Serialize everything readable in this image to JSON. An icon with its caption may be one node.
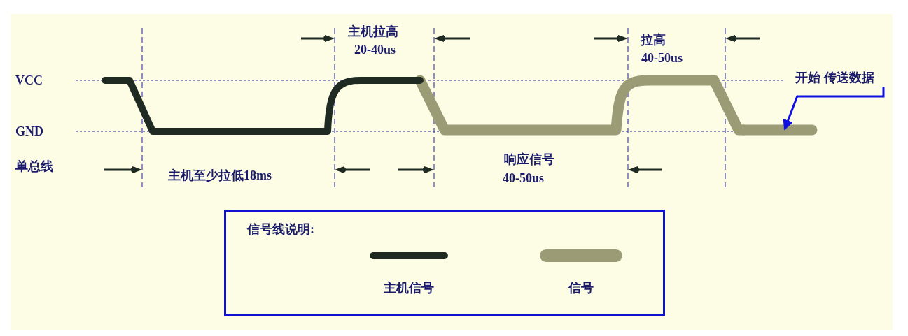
{
  "diagram": {
    "nodes": [
      {
        "text": [
          "信号线说明:"
        ]
      },
      {
        "text": [
          "开始 传送数据"
        ]
      },
      {
        "text": [],
        "shape": "line"
      }
    ],
    "edges": [
      {
        "from": 1,
        "to": 2,
        "arrow": "to"
      }
    ],
    "labels": [
      "VCC",
      "GND",
      "单总线",
      "主机拉高",
      "20-40us",
      "拉高",
      "40-50us",
      "主机至少拉低18ms",
      "响应信号",
      "40-50us"
    ],
    "legend": [
      {
        "text": "主机信号",
        "color": "#1f2a22"
      },
      {
        "text": "信号",
        "color": "#9b9b76"
      }
    ]
  }
}
